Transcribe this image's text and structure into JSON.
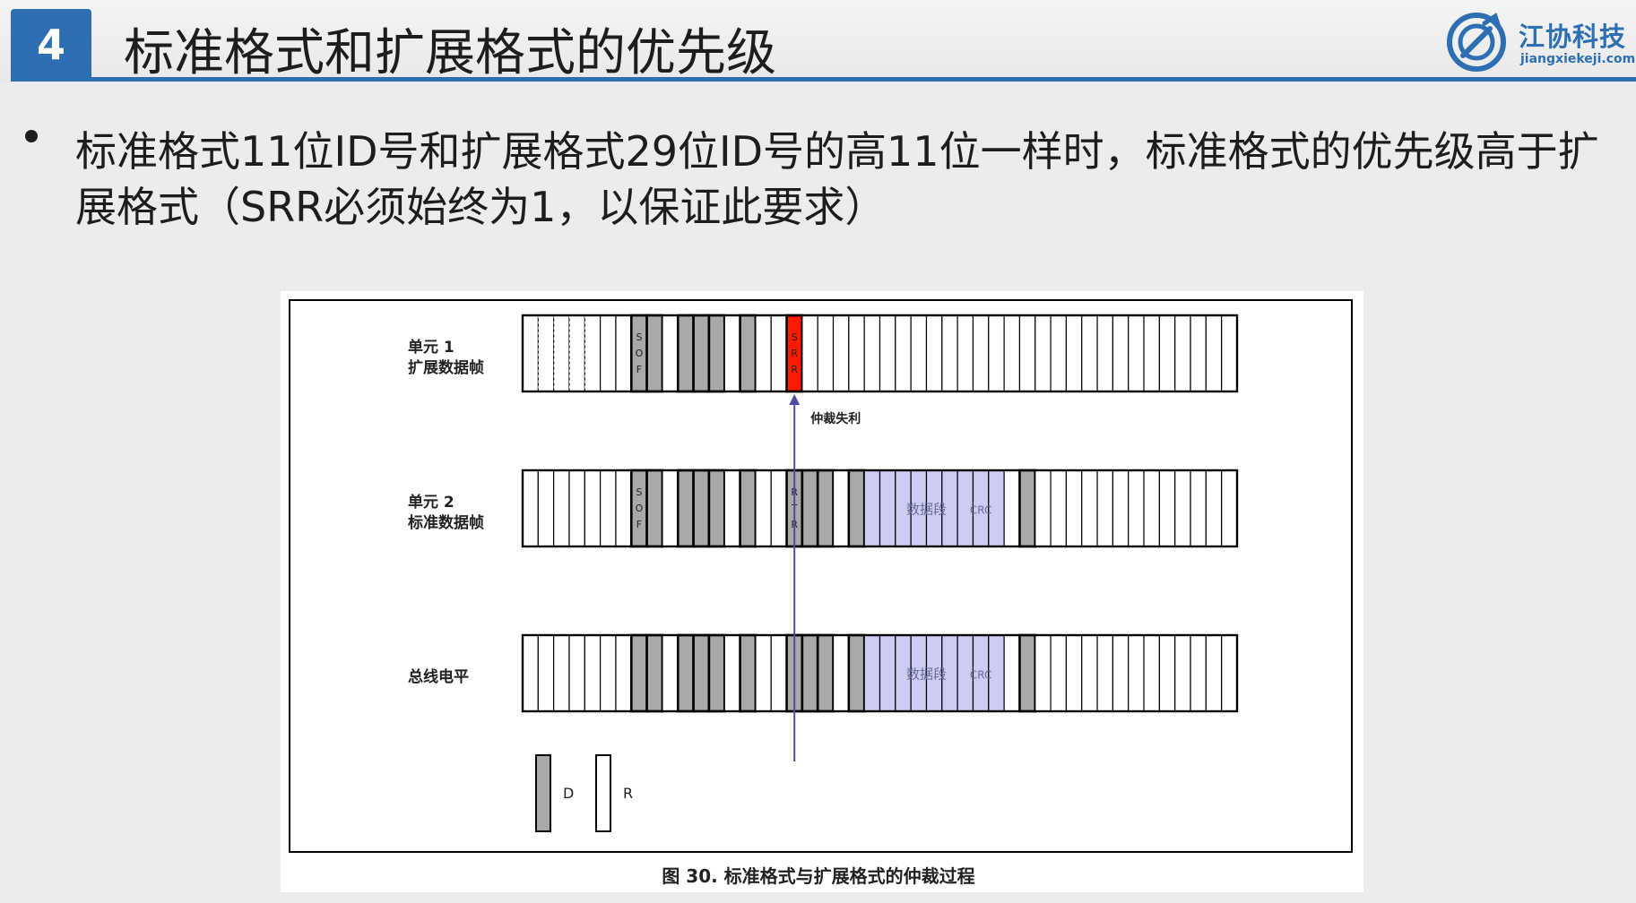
{
  "header": {
    "section_number": "4",
    "title": "标准格式和扩展格式的优先级"
  },
  "logo": {
    "name": "江协科技",
    "url": "jiangxiekeji.com",
    "color": "#2d6fb2"
  },
  "content": {
    "bullet_text": "标准格式11位ID号和扩展格式29位ID号的高11位一样时，标准格式的优先级高于扩展格式（SRR必须始终为1，以保证此要求）"
  },
  "figure": {
    "rows": [
      {
        "label_line1": "单元 1",
        "label_line2": "扩展数据帧"
      },
      {
        "label_line1": "单元 2",
        "label_line2": "标准数据帧"
      },
      {
        "label_line1": "总线电平",
        "label_line2": ""
      }
    ],
    "field_labels": {
      "sof": "SOF",
      "srr": "SRR",
      "rtr": "RTR",
      "data": "数据段",
      "crc": "CRC"
    },
    "arbitration_label": "仲裁失利",
    "legend": {
      "dominant": "D",
      "recessive": "R"
    },
    "caption": "图 30.   标准格式与扩展格式的仲裁过程",
    "colors": {
      "dominant": "#a9a9a9",
      "recessive": "#ffffff",
      "srr_highlight": "#ff1a00",
      "data_fill": "#ccccf5",
      "arrow": "#4a4aa8"
    }
  }
}
